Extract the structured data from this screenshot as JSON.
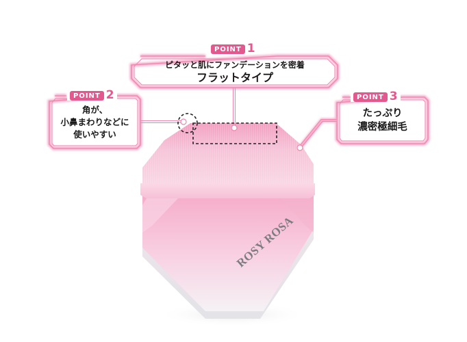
{
  "callouts": [
    {
      "badge": "POINT",
      "number": "1",
      "lines": [
        "ピタッと肌にファンデーションを密着",
        "フラットタイプ"
      ]
    },
    {
      "badge": "POINT",
      "number": "2",
      "lines": [
        "角が、",
        "小鼻まわりなどに",
        "使いやすい"
      ]
    },
    {
      "badge": "POINT",
      "number": "3",
      "lines": [
        "たっぷり",
        "濃密極細毛"
      ]
    }
  ],
  "product": {
    "brand": "ROSY ROSA",
    "type": "flat foundation brush"
  },
  "colors": {
    "accent_pink": "#e3588e",
    "frame_pink": "#f08ab4",
    "bristle_pink": "#f2a8c4",
    "handle_pink": "#f7bdd4",
    "handle_base": "#ececef",
    "brand_text": "#7b7b80"
  }
}
